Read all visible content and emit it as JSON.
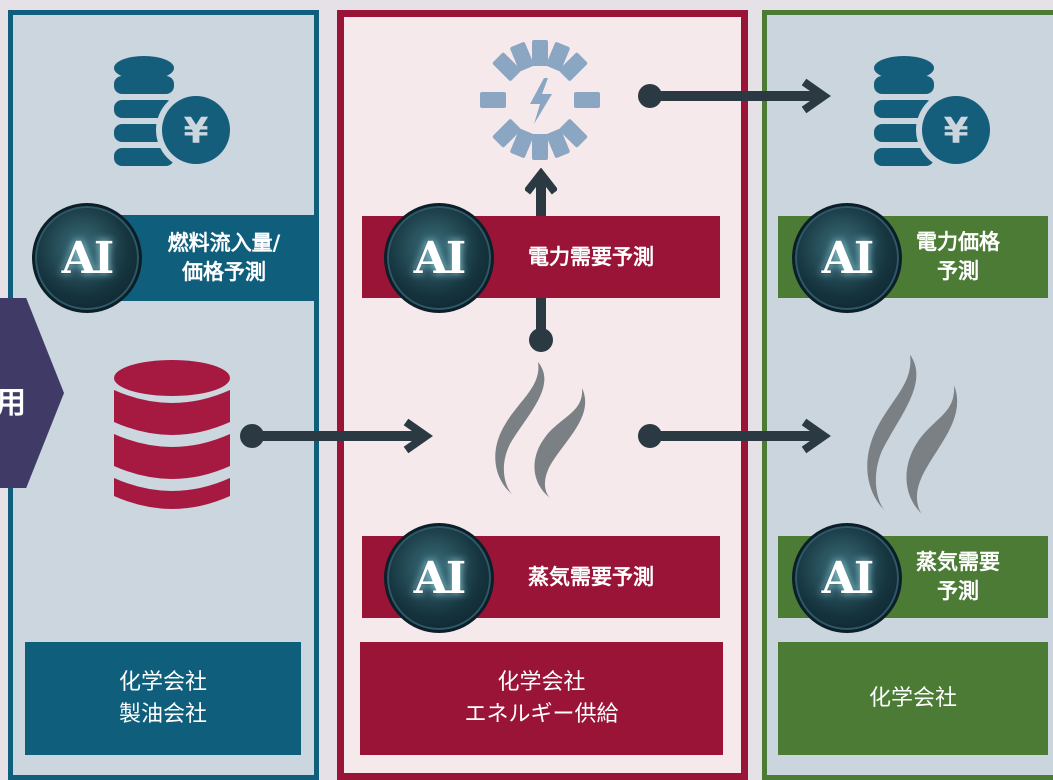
{
  "chevron": {
    "text": "用"
  },
  "columns": {
    "left": {
      "label": [
        "燃料流入量/",
        "価格予測"
      ],
      "company": [
        "化学会社",
        "製油会社"
      ]
    },
    "middle": {
      "top_label": [
        "電力需要予測"
      ],
      "bottom_label": [
        "蒸気需要予測"
      ],
      "company": [
        "化学会社",
        "エネルギー供給"
      ]
    },
    "right": {
      "top_label": [
        "電力価格",
        "予測"
      ],
      "bottom_label": [
        "蒸気需要",
        "予測"
      ],
      "company": [
        "化学会社"
      ]
    }
  },
  "ai_badge_text": "AI",
  "colors": {
    "left": "#0f5f7c",
    "middle": "#9a1438",
    "right": "#4b7b34",
    "arrow": "#2b3a42",
    "chevron": "#3f3b66"
  },
  "icons": [
    "coins-yen-icon",
    "database-icon",
    "electricity-icon",
    "steam-flame-icon",
    "arrow-icon"
  ]
}
